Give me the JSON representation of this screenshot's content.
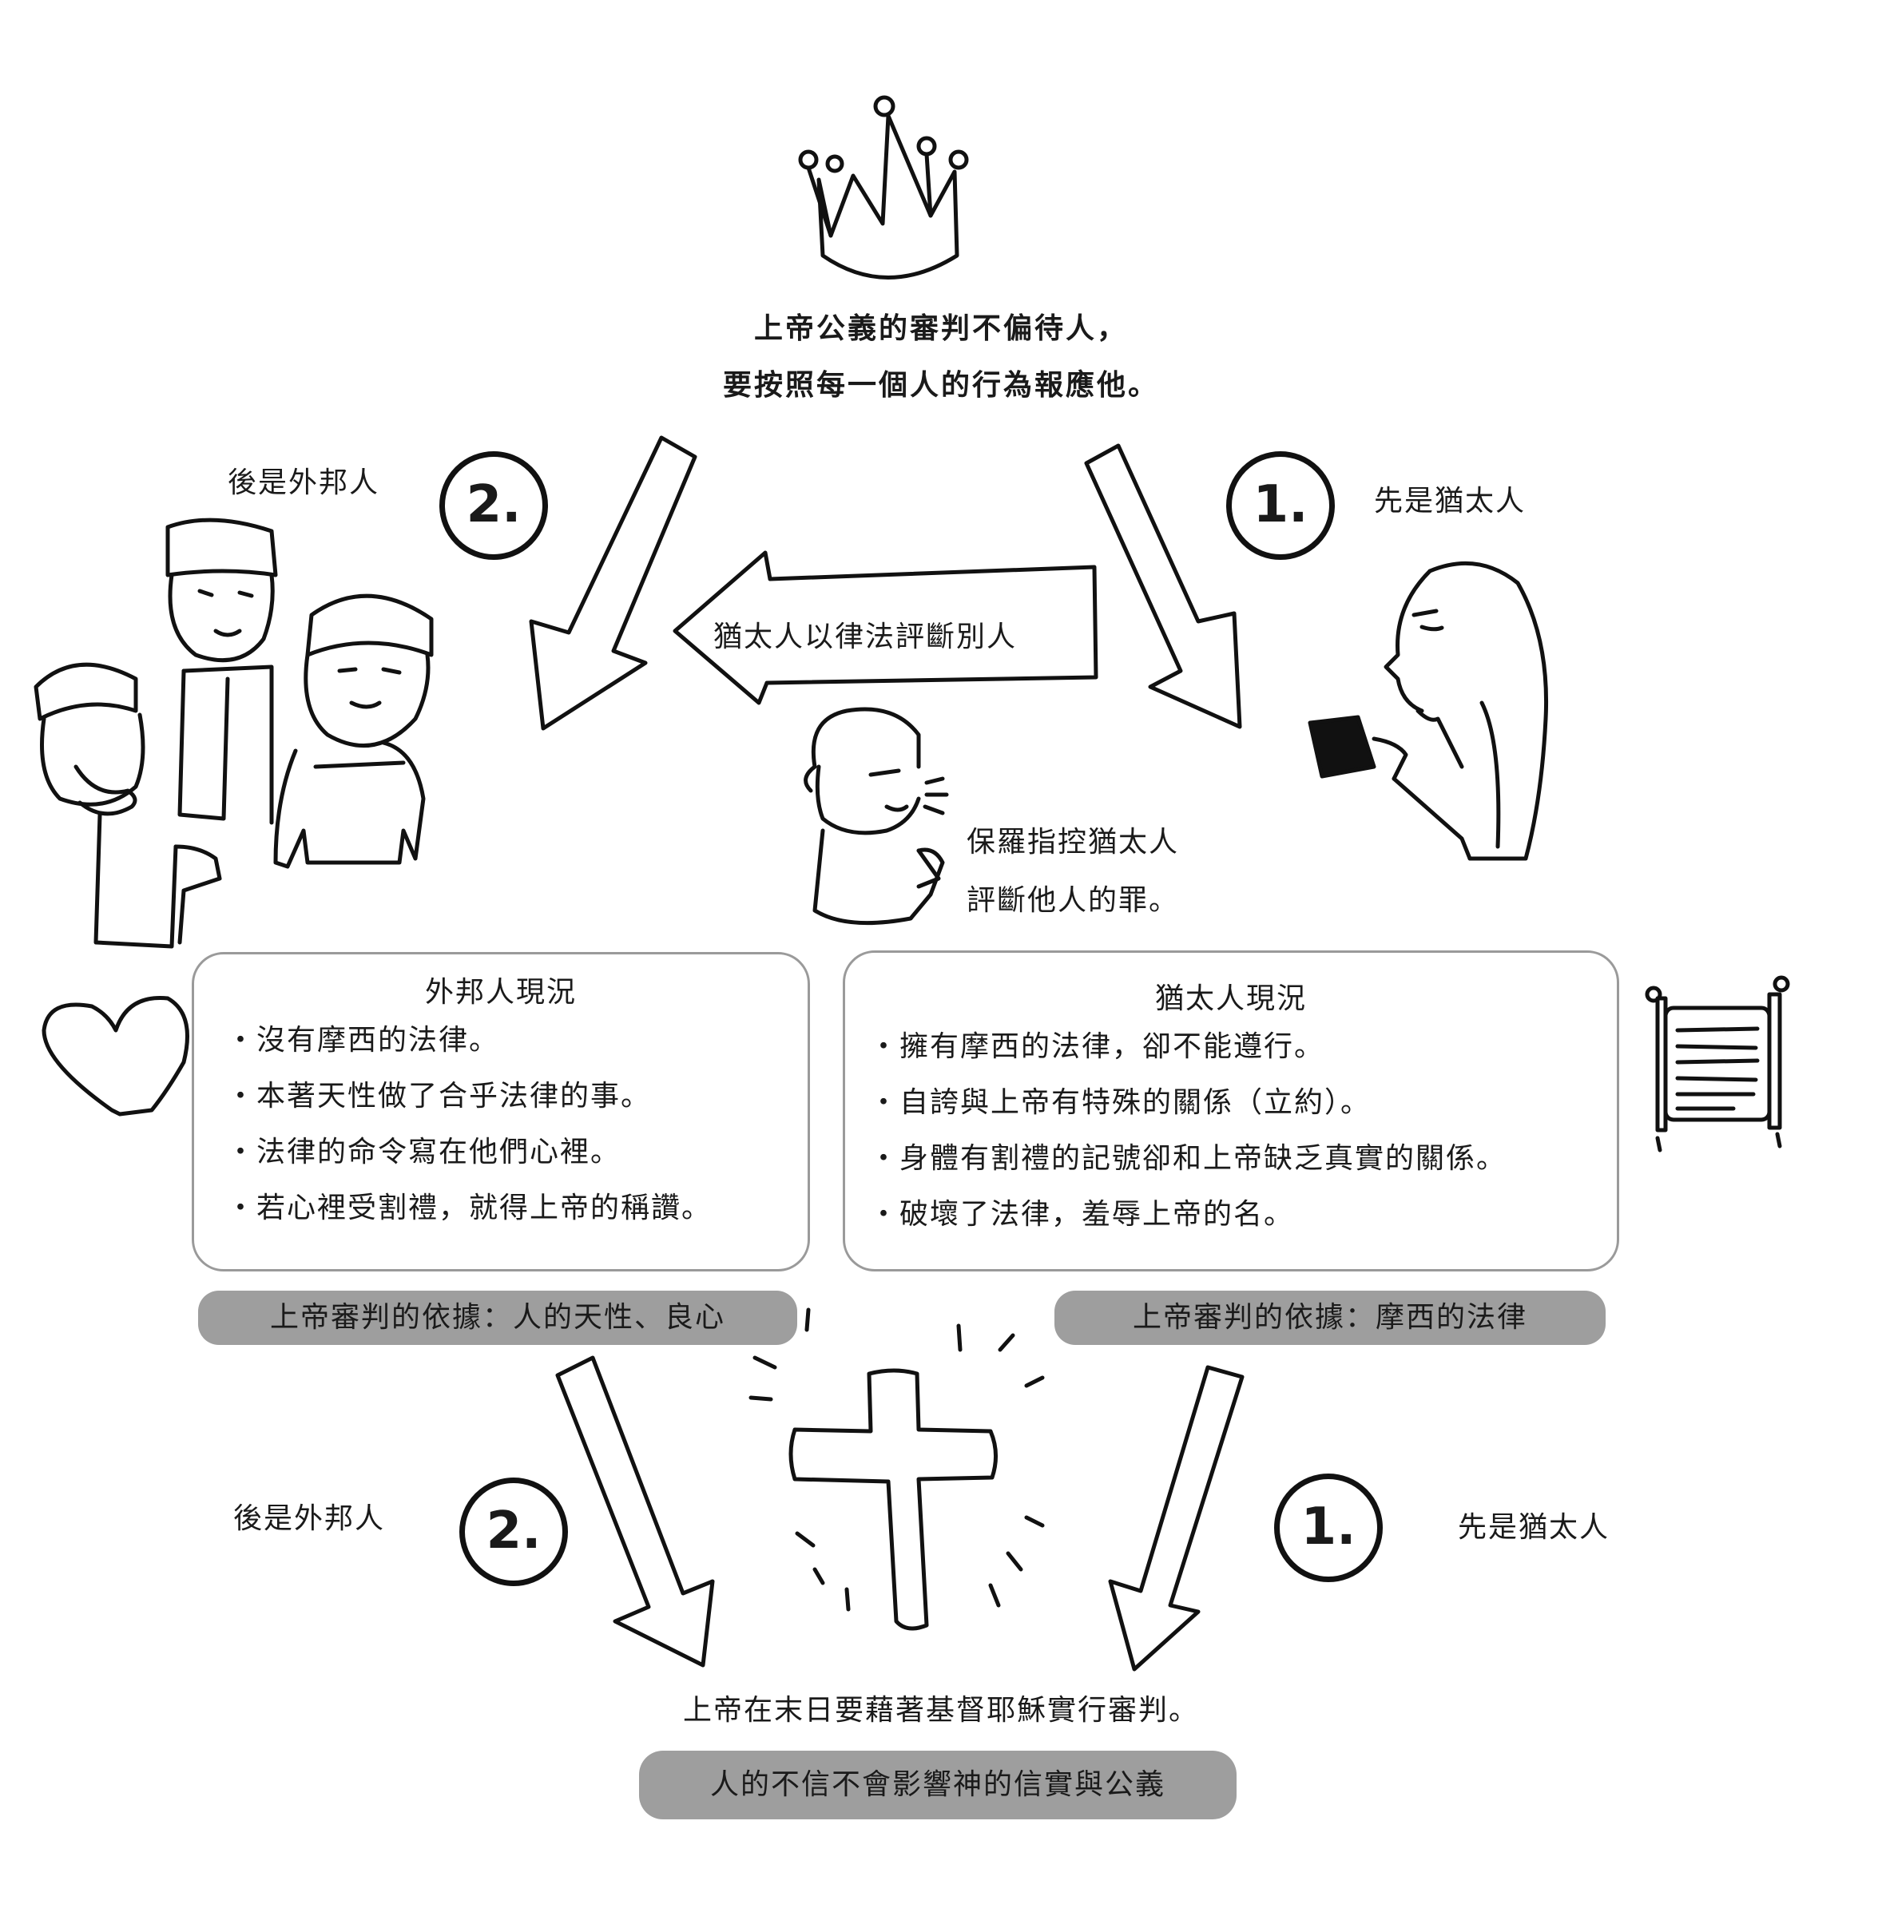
{
  "top_title": {
    "line1": "上帝公義的審判不偏待人，",
    "line2": "要按照每一個人的行為報應他。"
  },
  "upper_left": {
    "label": "後是外邦人",
    "number": "2."
  },
  "upper_right": {
    "label": "先是猶太人",
    "number": "1."
  },
  "middle_arrow_label": "猶太人以律法評斷別人",
  "paul_caption": {
    "line1": "保羅指控猶太人",
    "line2": "評斷他人的罪。"
  },
  "gentile_box": {
    "heading": "外邦人現況",
    "items": [
      "沒有摩西的法律。",
      "本著天性做了合乎法律的事。",
      "法律的命令寫在他們心裡。",
      "若心裡受割禮，就得上帝的稱讚。"
    ],
    "basis": "上帝審判的依據：人的天性、良心"
  },
  "jew_box": {
    "heading": "猶太人現況",
    "items": [
      "擁有摩西的法律，卻不能遵行。",
      "自誇與上帝有特殊的關係（立約）。",
      "身體有割禮的記號卻和上帝缺乏真實的關係。",
      "破壞了法律，羞辱上帝的名。"
    ],
    "basis": "上帝審判的依據：摩西的法律"
  },
  "lower_left": {
    "label": "後是外邦人",
    "number": "2."
  },
  "lower_right": {
    "label": "先是猶太人",
    "number": "1."
  },
  "bottom_statement": "上帝在末日要藉著基督耶穌實行審判。",
  "bottom_pill": "人的不信不會影響神的信實與公義",
  "icons": [
    "crown-icon",
    "heart-icon",
    "scroll-icon",
    "cross-icon",
    "gentiles-illustration",
    "jew-illustration",
    "paul-illustration"
  ]
}
